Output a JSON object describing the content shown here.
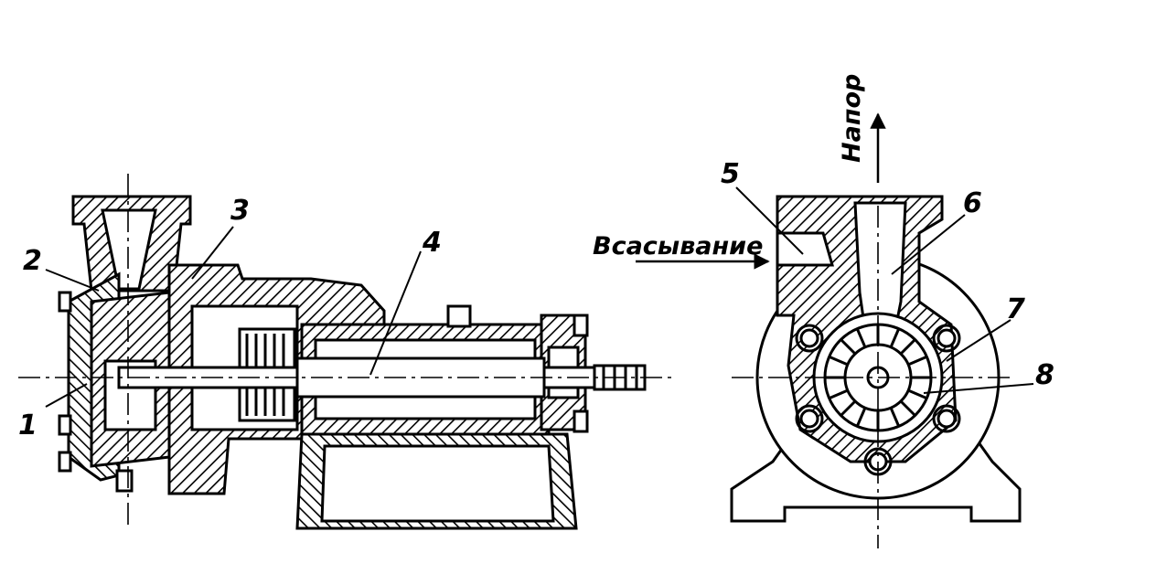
{
  "labels": {
    "part1": "1",
    "part2": "2",
    "part3": "3",
    "part4": "4",
    "part5": "5",
    "part6": "6",
    "part7": "7",
    "part8": "8",
    "suction": "Всасывание",
    "discharge": "Напор"
  },
  "colors": {
    "ink": "#000000",
    "paper": "#ffffff"
  }
}
